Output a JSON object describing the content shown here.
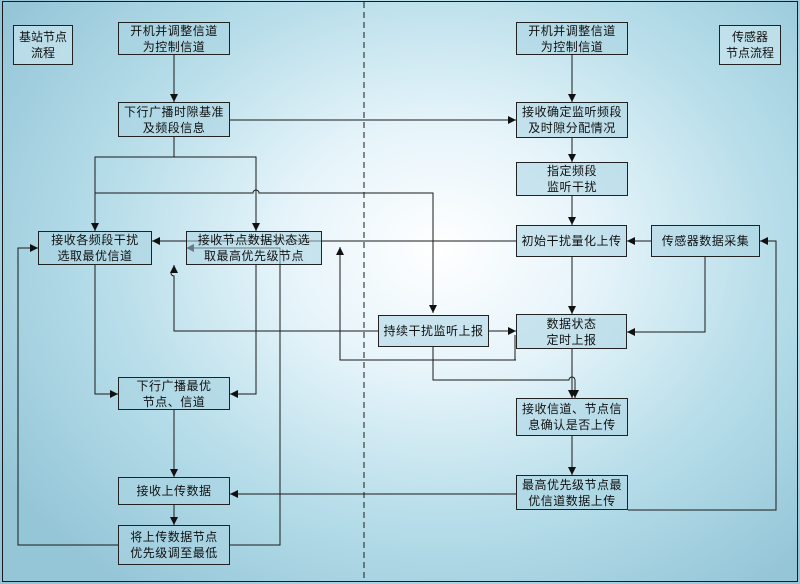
{
  "labels": {
    "station_flow": "基站节点\n流程",
    "sensor_flow": "传感器\n节点流程"
  },
  "station": {
    "power_on": "开机并调整信道\n为控制信道",
    "broadcast_slot": "下行广播时隙基准\n及频段信息",
    "select_channel": "接收各频段干扰\n选取最优信道",
    "select_node": "接收节点数据状态选\n取最高优先级节点",
    "broadcast_best": "下行广播最优\n节点、信道",
    "receive_data": "接收上传数据",
    "lower_priority": "将上传数据节点\n优先级调至最低"
  },
  "sensor": {
    "power_on": "开机并调整信道\n为控制信道",
    "receive_slot": "接收确定监听频段\n及时隙分配情况",
    "listen_band": "指定频段\n监听干扰",
    "initial_report": "初始干扰量化上传",
    "collect": "传感器数据采集",
    "continuous_report": "持续干扰监听上报",
    "status_report": "数据状态\n定时上报",
    "confirm": "接收信道、节点信\n息确认是否上传",
    "upload": "最高优先级节点最\n优信道数据上传"
  }
}
